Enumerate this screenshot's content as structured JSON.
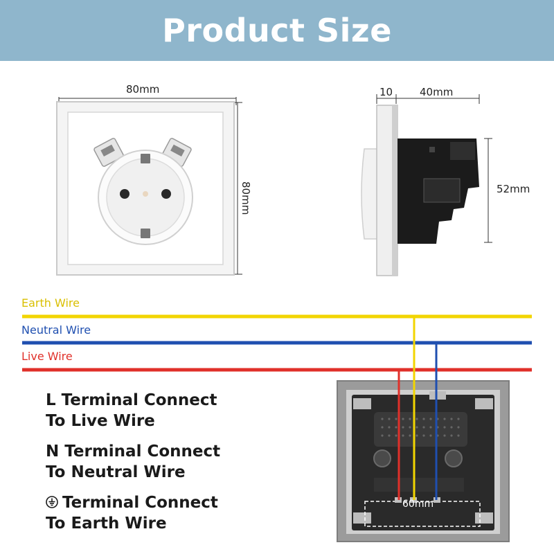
{
  "header": {
    "title": "Product Size"
  },
  "dimensions": {
    "front_width": "80mm",
    "front_height": "80mm",
    "side_frame": "10",
    "side_depth": "40mm",
    "side_height": "52mm",
    "back_spacing": "60mm"
  },
  "wires": [
    {
      "label": "Earth Wire",
      "color": "#f2d500"
    },
    {
      "label": "Neutral Wire",
      "color": "#1f4fb0"
    },
    {
      "label": "Live Wire",
      "color": "#e0302a"
    }
  ],
  "instructions": [
    {
      "line1": "L Terminal Connect",
      "line2": "To Live Wire",
      "icon": ""
    },
    {
      "line1": "N Terminal Connect",
      "line2": "To Neutral Wire",
      "icon": ""
    },
    {
      "line1": "Terminal Connect",
      "line2": "To Earth Wire",
      "icon": "earth-ground-icon"
    }
  ],
  "colors": {
    "header_bg": "#8fb6cc",
    "header_text": "#ffffff"
  }
}
